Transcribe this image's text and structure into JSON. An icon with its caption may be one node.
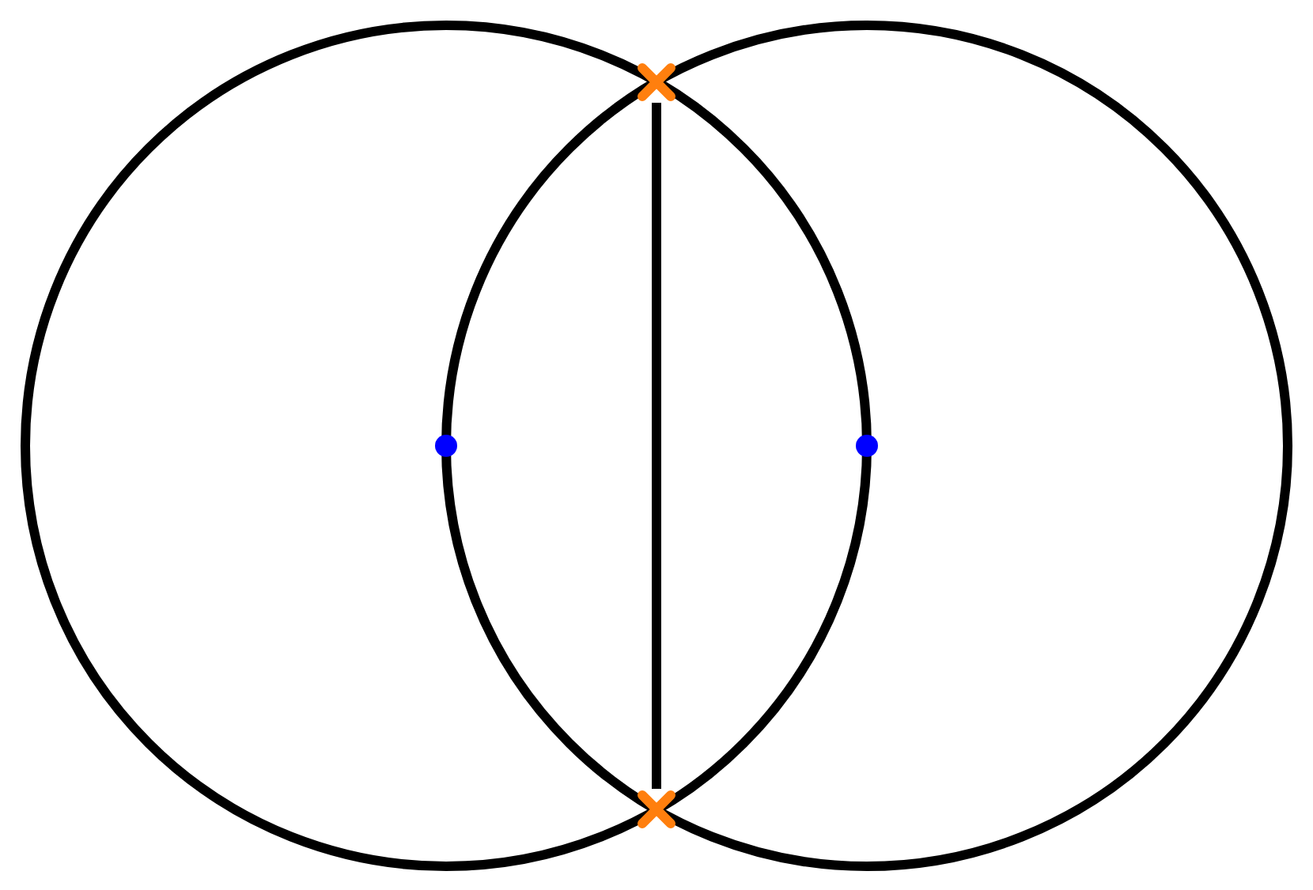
{
  "diagram": {
    "nodes": [
      {
        "text": [],
        "shape": "cross"
      },
      {
        "text": [],
        "shape": "cross"
      }
    ],
    "edges": [
      {
        "from": 0,
        "to": 1,
        "arrow": "none"
      }
    ]
  }
}
